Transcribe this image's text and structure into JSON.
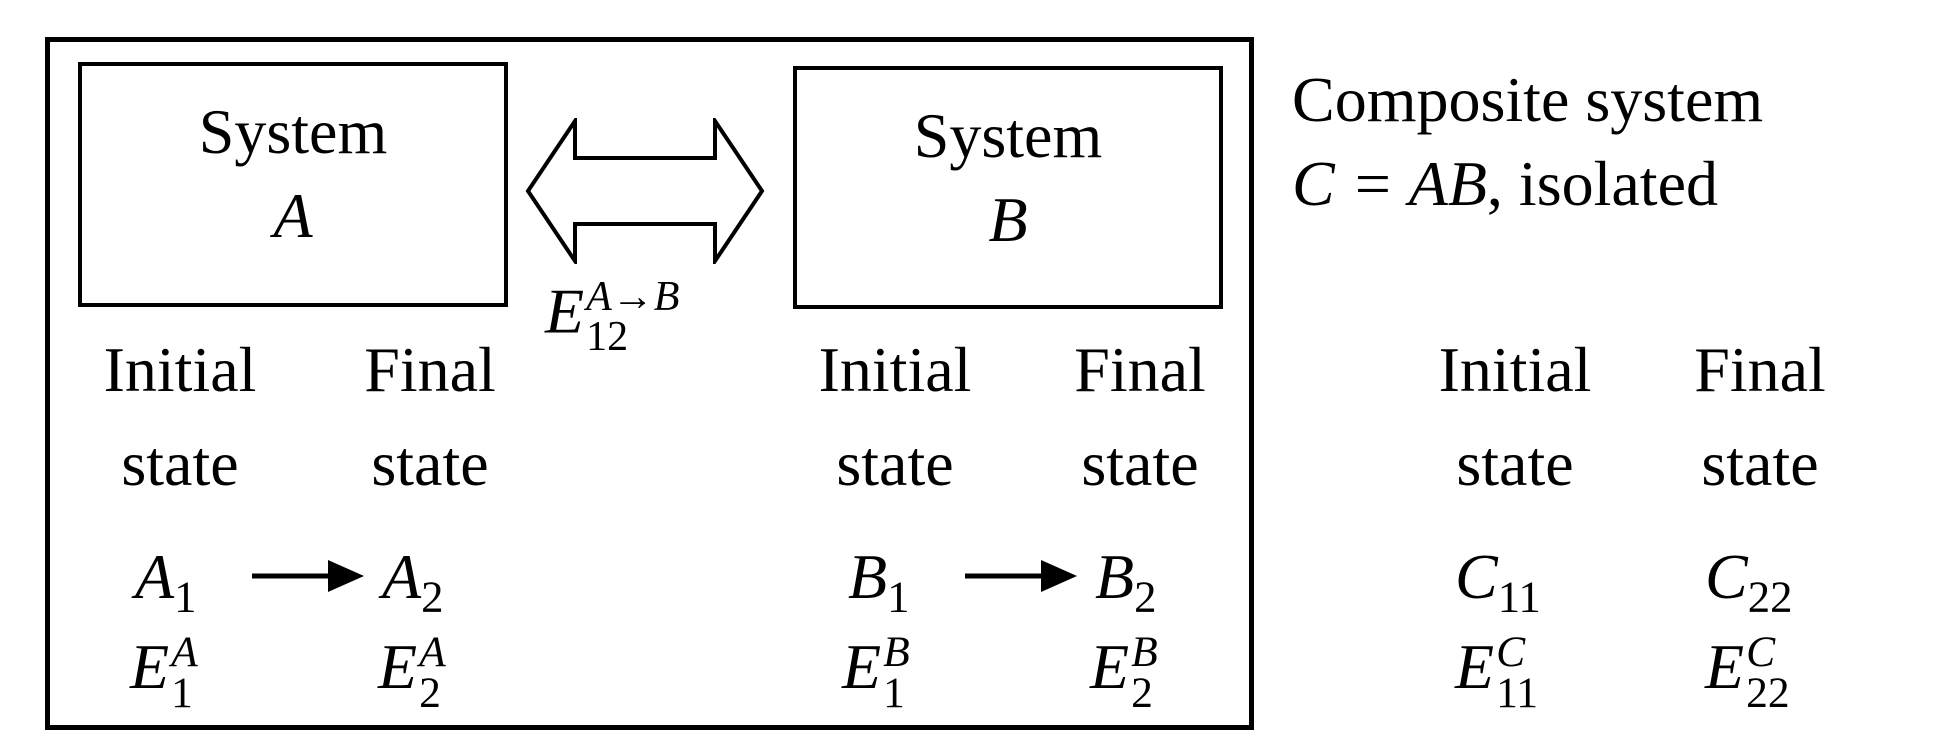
{
  "system_a": {
    "title_line1": "System",
    "title_line2": "A",
    "initial_label_line1": "Initial",
    "initial_label_line2": "state",
    "final_label_line1": "Final",
    "final_label_line2": "state",
    "initial_state": {
      "base": "A",
      "sub": "1"
    },
    "final_state": {
      "base": "A",
      "sub": "2"
    },
    "initial_energy": {
      "base": "E",
      "sup": "A",
      "sub": "1"
    },
    "final_energy": {
      "base": "E",
      "sup": "A",
      "sub": "2"
    }
  },
  "system_b": {
    "title_line1": "System",
    "title_line2": "B",
    "initial_label_line1": "Initial",
    "initial_label_line2": "state",
    "final_label_line1": "Final",
    "final_label_line2": "state",
    "initial_state": {
      "base": "B",
      "sub": "1"
    },
    "final_state": {
      "base": "B",
      "sub": "2"
    },
    "initial_energy": {
      "base": "E",
      "sup": "B",
      "sub": "1"
    },
    "final_energy": {
      "base": "E",
      "sup": "B",
      "sub": "2"
    }
  },
  "exchange": {
    "base": "E",
    "sup": "A→B",
    "sub": "12"
  },
  "composite": {
    "line1": "Composite system",
    "line2_math": "C = AB",
    "line2_rest": ", isolated",
    "initial_label_line1": "Initial",
    "initial_label_line2": "state",
    "final_label_line1": "Final",
    "final_label_line2": "state",
    "initial_state": {
      "base": "C",
      "sub": "11"
    },
    "final_state": {
      "base": "C",
      "sub": "22"
    },
    "initial_energy": {
      "base": "E",
      "sup": "C",
      "sub": "11"
    },
    "final_energy": {
      "base": "E",
      "sup": "C",
      "sub": "22"
    }
  }
}
